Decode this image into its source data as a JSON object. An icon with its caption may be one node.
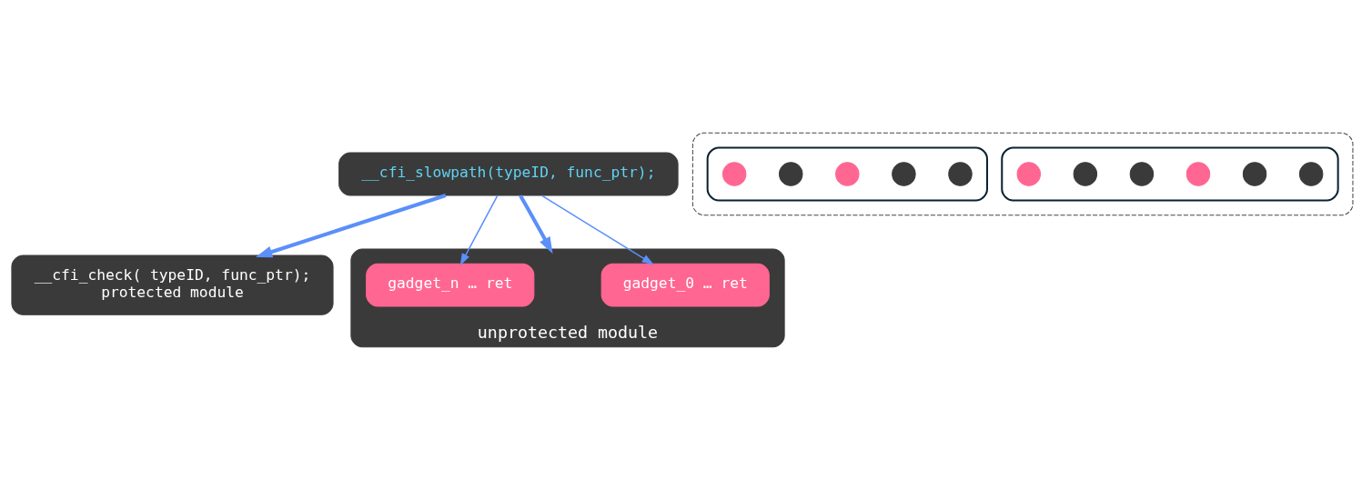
{
  "diagram": {
    "nodes": [
      {
        "text": [
          "__cfi_slowpath(typeID, func_ptr);"
        ]
      },
      {
        "text": [
          "__cfi_check( typeID, func_ptr);",
          "protected module"
        ]
      },
      {
        "text": [
          "unprotected module"
        ]
      },
      {
        "text": [
          "gadget_0 … ret"
        ],
        "in": 2
      },
      {
        "text": [
          "gadget_n … ret"
        ],
        "in": 2
      },
      {
        "text": [],
        "shape": "box"
      },
      {
        "text": [],
        "shape": "box",
        "in": 5
      },
      {
        "text": [],
        "shape": "circle",
        "in": 6
      },
      {
        "text": [],
        "shape": "circle",
        "in": 6
      },
      {
        "text": [],
        "shape": "circle",
        "in": 6
      },
      {
        "text": [],
        "shape": "circle",
        "in": 6
      },
      {
        "text": [],
        "shape": "circle",
        "in": 6
      },
      {
        "text": [],
        "shape": "circle",
        "in": 6
      },
      {
        "text": [],
        "shape": "box",
        "in": 5
      },
      {
        "text": [],
        "shape": "circle",
        "in": 13
      },
      {
        "text": [],
        "shape": "circle",
        "in": 13
      },
      {
        "text": [],
        "shape": "circle",
        "in": 13
      },
      {
        "text": [],
        "shape": "circle",
        "in": 13
      },
      {
        "text": [],
        "shape": "circle",
        "in": 13
      }
    ],
    "edges": [
      {
        "from": 0,
        "to": 1,
        "arrow": "to",
        "style": "thick"
      },
      {
        "from": 0,
        "to": 2,
        "arrow": "to",
        "style": "thick"
      },
      {
        "from": 0,
        "to": 3,
        "arrow": "to"
      },
      {
        "from": 0,
        "to": 4,
        "arrow": "to"
      }
    ]
  }
}
